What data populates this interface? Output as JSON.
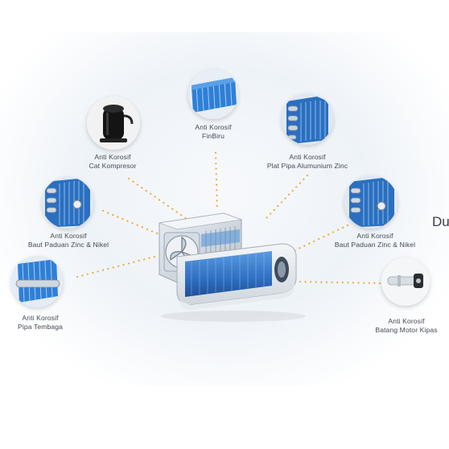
{
  "features": [
    {
      "id": "fin",
      "line1": "Anti Korosif",
      "line2": "FinBiru"
    },
    {
      "id": "compressor",
      "line1": "Anti Korosif",
      "line2": "Cat Kompresor"
    },
    {
      "id": "plate",
      "line1": "Anti Korosif",
      "line2": "Plat Pipa Alumunium Zinc"
    },
    {
      "id": "bolt-left",
      "line1": "Anti Korosif",
      "line2": "Baut Paduan Zinc & Nikel"
    },
    {
      "id": "bolt-right",
      "line1": "Anti Korosif",
      "line2": "Baut Paduan Zinc & Nikel"
    },
    {
      "id": "copper",
      "line1": "Anti Korosif",
      "line2": "Pipa Tembaga"
    },
    {
      "id": "motor",
      "line1": "Anti Korosif",
      "line2": "Batang Motor Kipas"
    }
  ],
  "corner_text": "Du",
  "colors": {
    "accent_blue": "#2f7fd6",
    "dot_orange": "#f2a93b",
    "label_gray": "#444a55"
  }
}
